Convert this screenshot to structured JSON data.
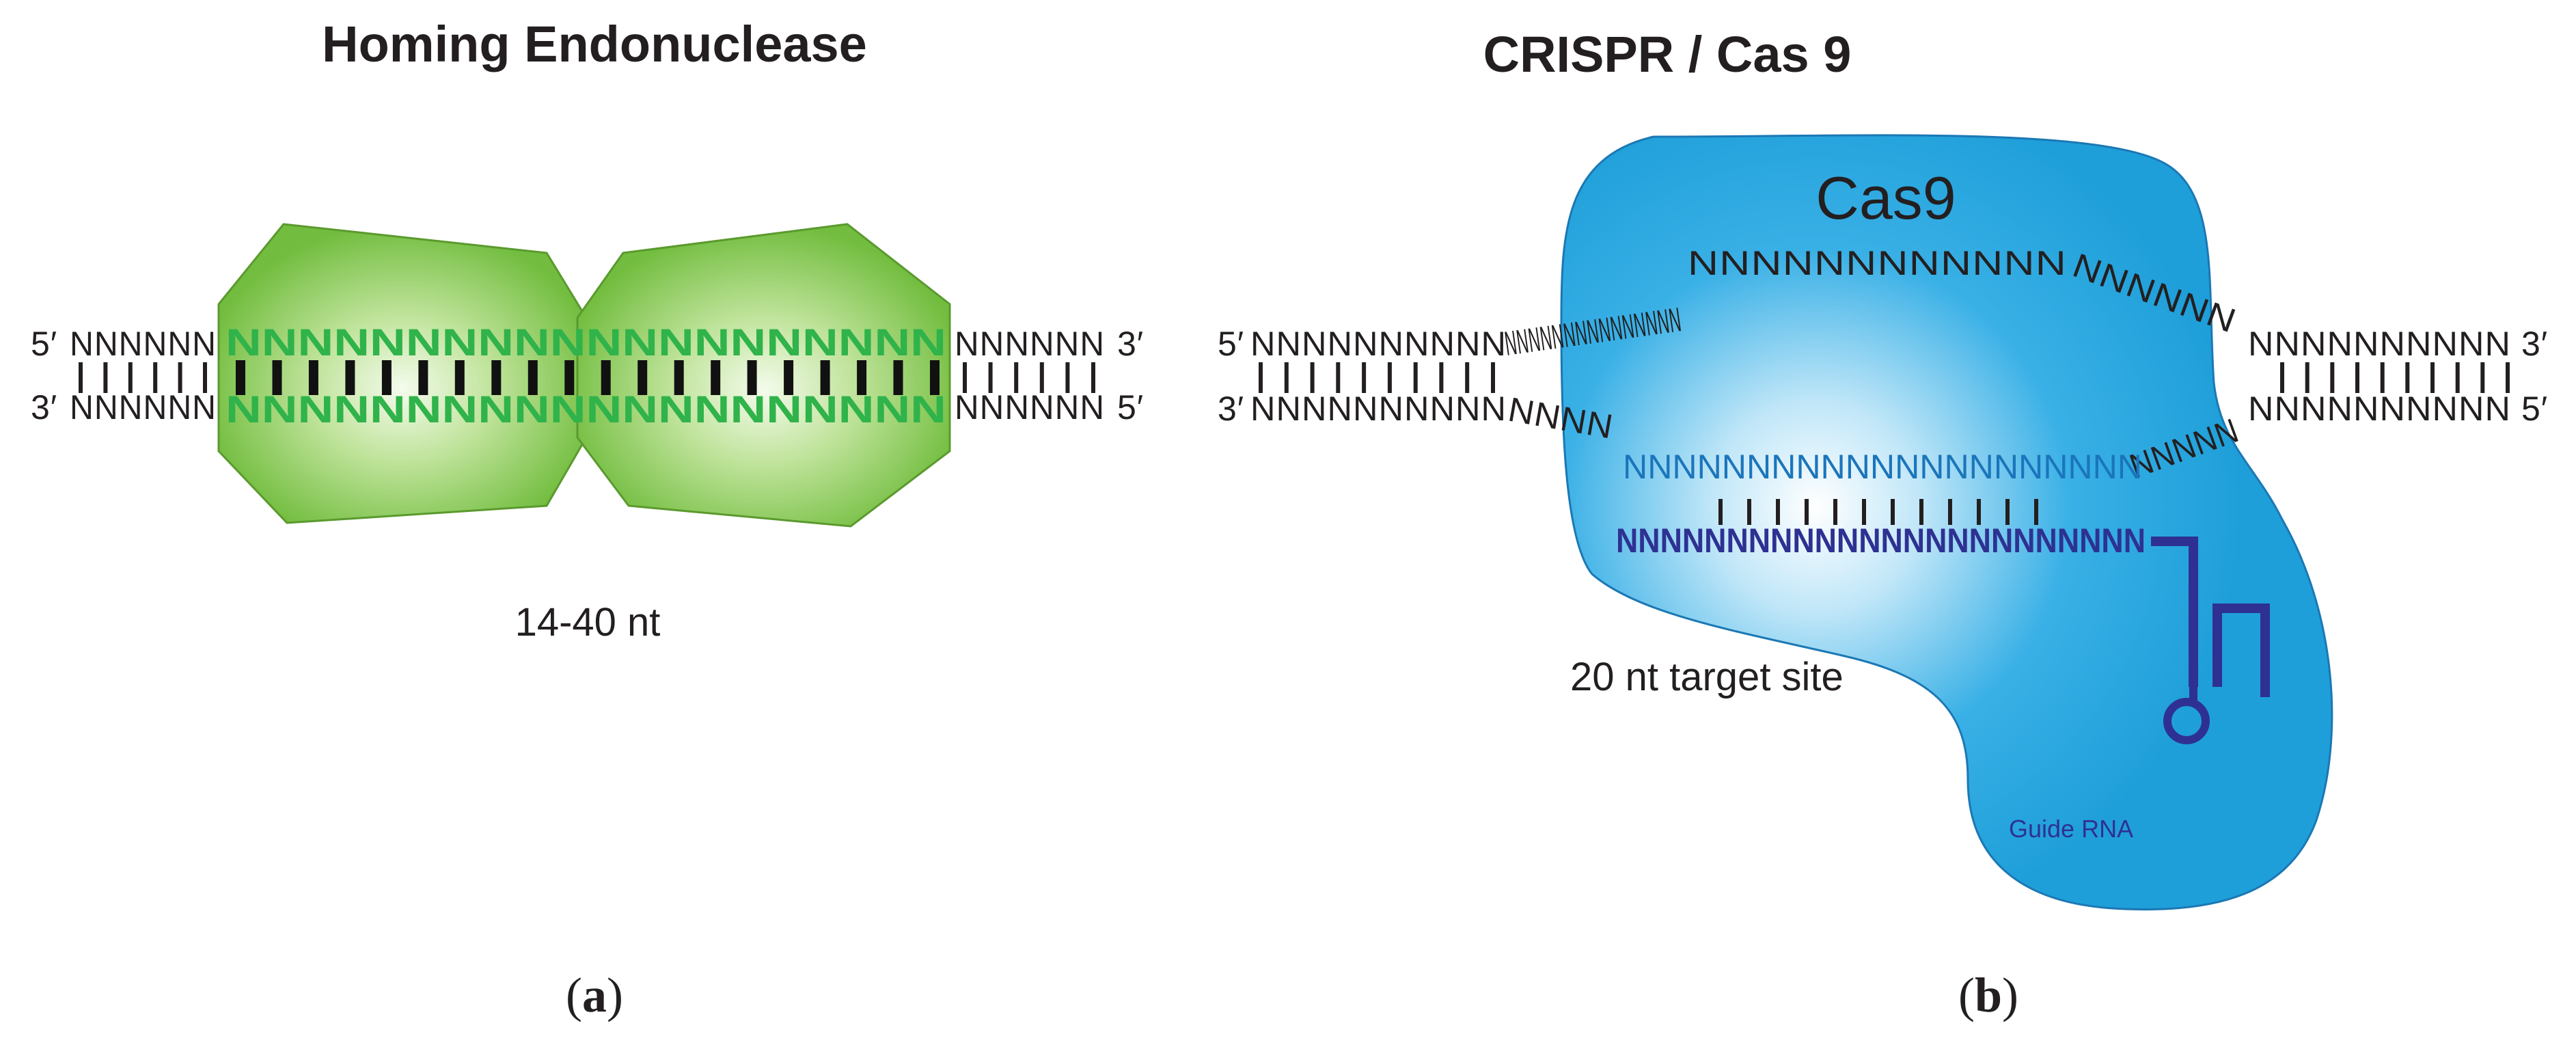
{
  "panel_a": {
    "title": "Homing Endonuclease",
    "top_left_end": "5′",
    "bottom_left_end": "3′",
    "top_right_end": "3′",
    "bottom_right_end": "5′",
    "flank_left_top": "NNNNNN",
    "flank_left_bottom": "NNNNNN",
    "flank_right_top": "NNNNNN",
    "flank_right_bottom": "NNNNNN",
    "core_top": "NNNNNNNNNNNNNNNNNNNN",
    "core_bottom": "NNNNNNNNNNNNNNNNNNNN",
    "length_label": "14-40 nt",
    "caption_prefix": "(",
    "caption_letter": "a",
    "caption_suffix": ")",
    "colors": {
      "protein": "#7cc242",
      "protein_light": "#eaf6d8",
      "core_text": "#2fb34a",
      "outline": "#5b9a2e"
    }
  },
  "panel_b": {
    "title": "CRISPR / Cas 9",
    "protein_label": "Cas9",
    "top_left_end": "5′",
    "bottom_left_end": "3′",
    "top_right_end": "3′",
    "bottom_right_end": "5′",
    "flank_left_top": "NNNNNNNNNN",
    "flank_left_bottom": "NNNNNNNNNN",
    "flank_right_top": "NNNNNNNNNN",
    "flank_right_bottom": "NNNNNNNNNN",
    "unwound_top": "NNNNNNNNNNNNNNN",
    "unwound_top_mid": "NNNNNNNNNNNN",
    "unwound_top_right": "NNNNNN",
    "unwound_bottom_left": "NNNN",
    "unwound_bottom_right": "NNNNN",
    "target_strand": "NNNNNNNNNNNNNNNNNNNNN",
    "guide_strand": "NNNNNNNNNNNNNNNNNNNNNNNN",
    "target_label": "20 nt target site",
    "guide_label": "Guide RNA",
    "caption_prefix": "(",
    "caption_letter": "b",
    "caption_suffix": ")",
    "colors": {
      "protein": "#29a8e0",
      "protein_light": "#ffffff",
      "target_text": "#1b75bb",
      "guide_text": "#2e3192"
    }
  }
}
